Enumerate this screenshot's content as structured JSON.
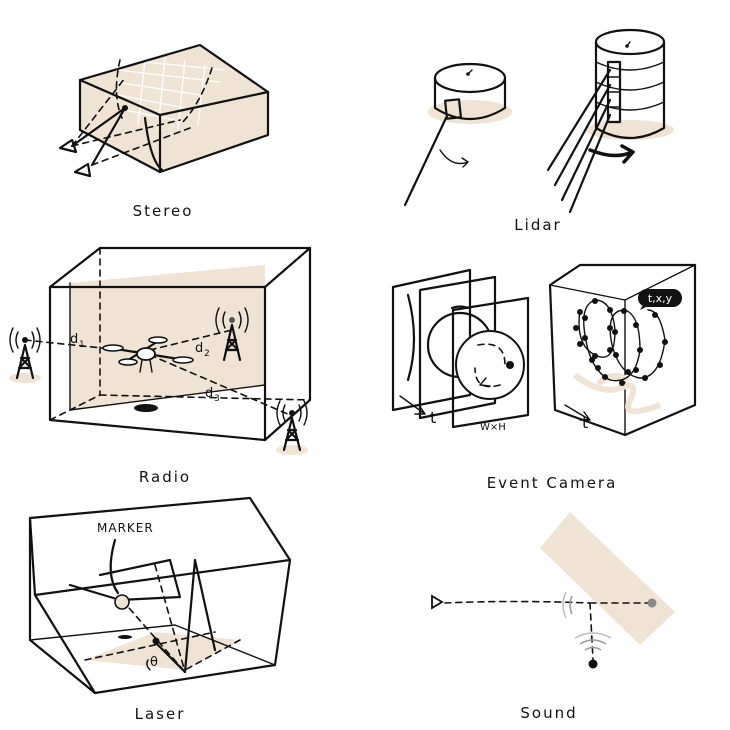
{
  "panels": {
    "stereo": {
      "label": "Stereo"
    },
    "lidar": {
      "label": "Lidar"
    },
    "radio": {
      "label": "Radio",
      "d1": "d",
      "d1_sub": "1",
      "d2": "d",
      "d2_sub": "2",
      "d3": "d",
      "d3_sub": "3"
    },
    "event_camera": {
      "label": "Event Camera",
      "time_left": "t",
      "time_right": "t",
      "frame_size": "W×H",
      "bubble": "t,x,y"
    },
    "laser": {
      "label": "Laser",
      "marker": "MARKER",
      "angle": "θ"
    },
    "sound": {
      "label": "Sound"
    }
  },
  "colors": {
    "ink": "#111111",
    "beige": "#efe3d3"
  }
}
